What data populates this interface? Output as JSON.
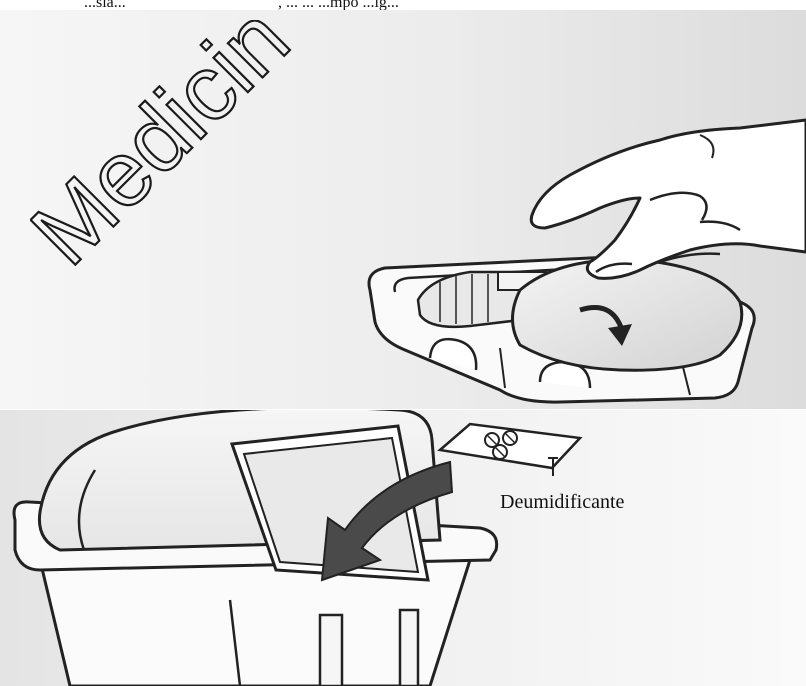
{
  "header": {
    "text_left": "...sia...",
    "text_right": ", ... ... ...mpo ...ig..."
  },
  "watermark": {
    "text": "Medicin"
  },
  "figure": {
    "callout_label": "Deumidificante"
  },
  "colors": {
    "panel_bg_light": "#f7f7f7",
    "panel_bg_dark": "#d9d9d9",
    "stroke": "#222222",
    "arrow": "#4a4a4a"
  }
}
